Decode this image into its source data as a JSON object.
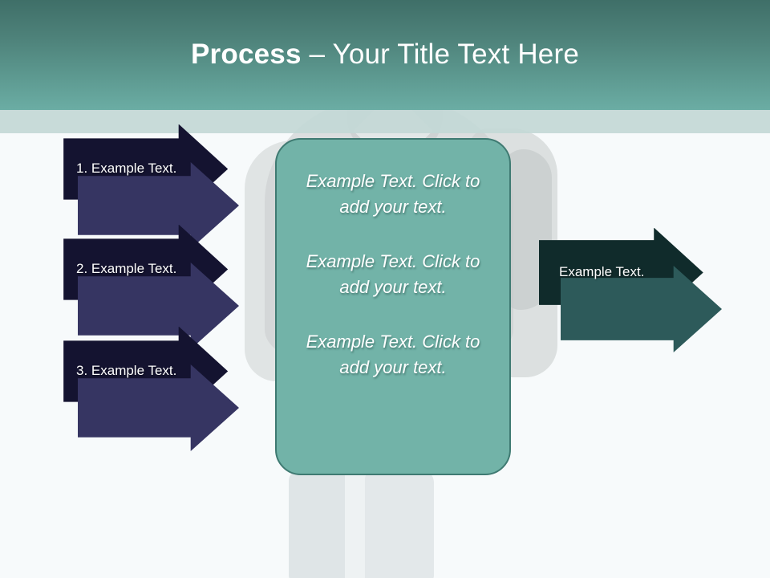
{
  "slide": {
    "background_color": "#f6fafb",
    "header": {
      "title_strong": "Process",
      "title_rest": " – Your Title Text Here",
      "gradient_from": "#3f6f68",
      "gradient_to": "#6bada4",
      "underband_color": "#c3d8d6"
    },
    "left_arrows": [
      {
        "label": "1. Example Text.",
        "fill": "#363562",
        "stroke": "#141330"
      },
      {
        "label": "2. Example Text.",
        "fill": "#363562",
        "stroke": "#141330"
      },
      {
        "label": "3. Example Text.",
        "fill": "#363562",
        "stroke": "#141330"
      }
    ],
    "right_arrow": {
      "label": "Example Text.",
      "fill": "#2d5a5a",
      "stroke": "#102b2b"
    },
    "center_box": {
      "fill": "#72b3a8",
      "stroke": "#3f7a72",
      "blocks": [
        "Example Text. Click  to add your text.",
        "Example Text. Click  to add your text.",
        "Example Text. Click  to add your text."
      ]
    }
  }
}
